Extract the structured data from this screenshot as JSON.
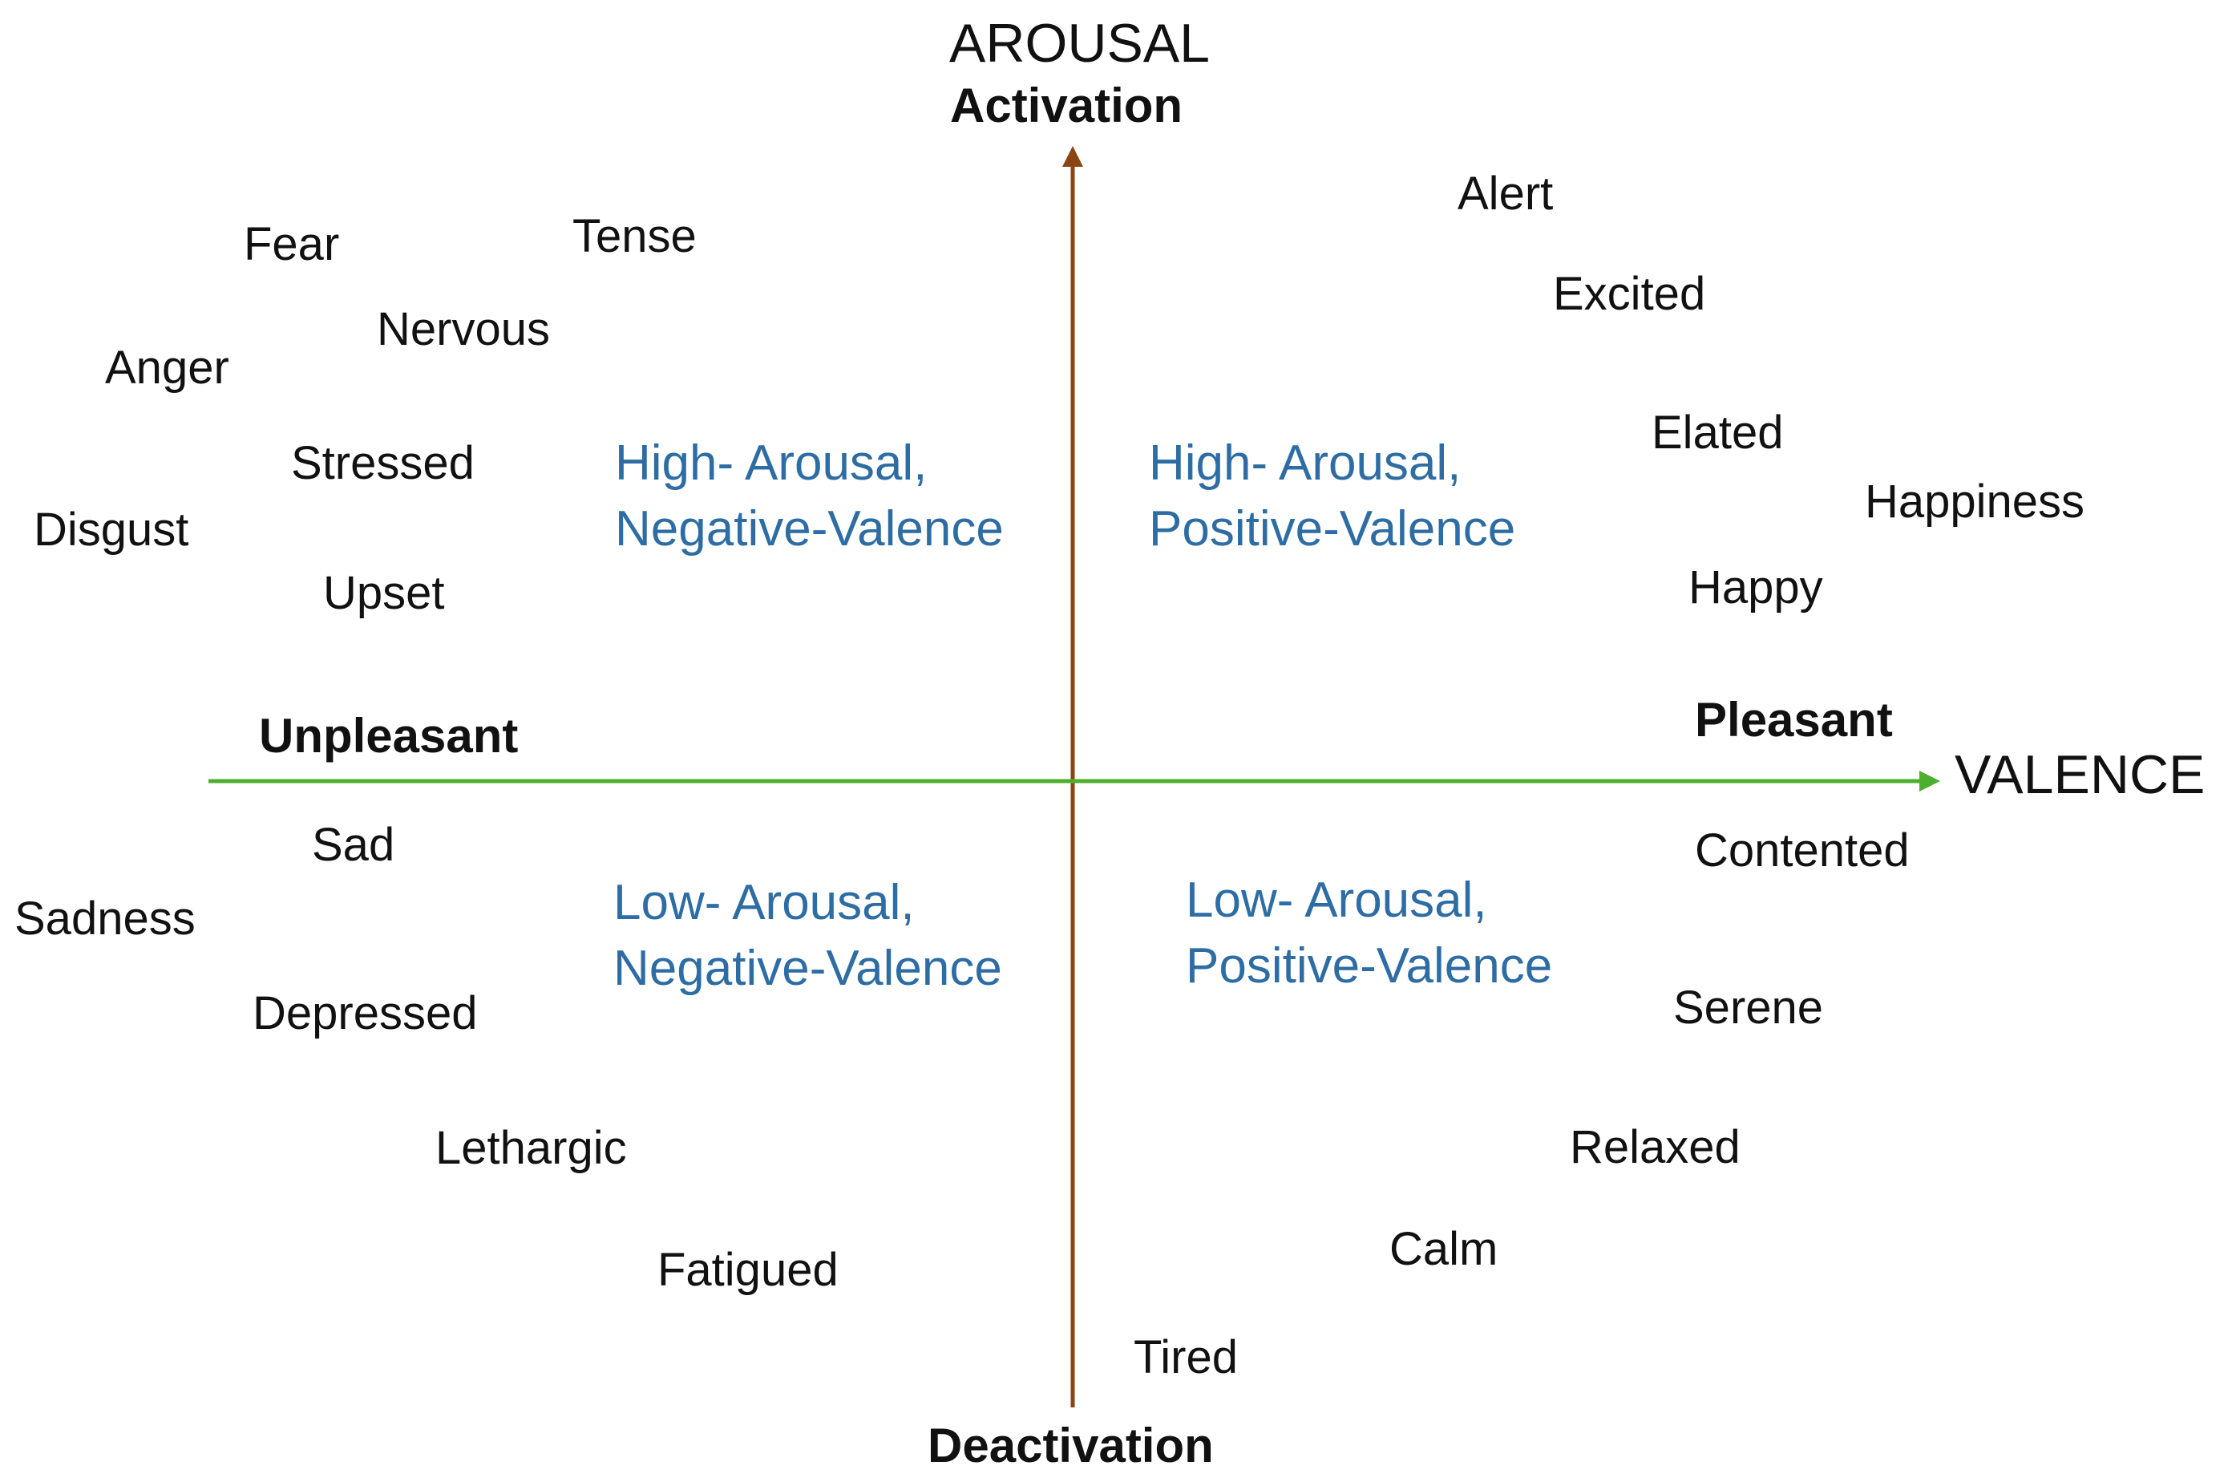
{
  "axes": {
    "vertical": {
      "title": "AROUSAL",
      "top_label": "Activation",
      "bottom_label": "Deactivation",
      "color": "#8B4513"
    },
    "horizontal": {
      "title": "VALENCE",
      "left_label": "Unpleasant",
      "right_label": "Pleasant",
      "color": "#4CAF2E"
    }
  },
  "quadrants": {
    "color": "#2E6DA4",
    "high_negative": {
      "line1": "High- Arousal,",
      "line2": "Negative-Valence"
    },
    "high_positive": {
      "line1": "High- Arousal,",
      "line2": "Positive-Valence"
    },
    "low_negative": {
      "line1": "Low- Arousal,",
      "line2": "Negative-Valence"
    },
    "low_positive": {
      "line1": "Low- Arousal,",
      "line2": "Positive-Valence"
    }
  },
  "emotions": {
    "fear": "Fear",
    "tense": "Tense",
    "nervous": "Nervous",
    "anger": "Anger",
    "stressed": "Stressed",
    "disgust": "Disgust",
    "upset": "Upset",
    "alert": "Alert",
    "excited": "Excited",
    "elated": "Elated",
    "happiness": "Happiness",
    "happy": "Happy",
    "sad": "Sad",
    "sadness": "Sadness",
    "depressed": "Depressed",
    "lethargic": "Lethargic",
    "fatigued": "Fatigued",
    "contented": "Contented",
    "serene": "Serene",
    "relaxed": "Relaxed",
    "calm": "Calm",
    "tired": "Tired"
  }
}
